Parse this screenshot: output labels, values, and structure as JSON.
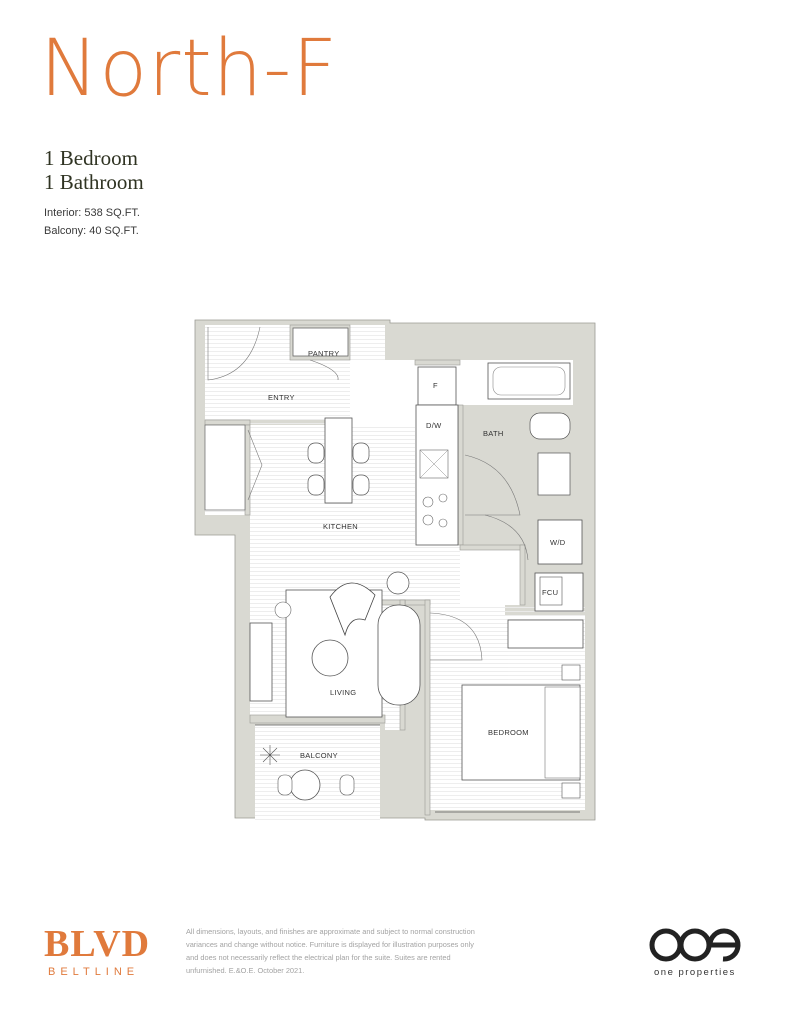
{
  "header": {
    "title": "North-F",
    "bedrooms": "1 Bedroom",
    "bathrooms": "1 Bathroom",
    "interior": "Interior: 538 SQ.FT.",
    "balcony": "Balcony: 40 SQ.FT."
  },
  "plan_labels": {
    "pantry": "PANTRY",
    "entry": "ENTRY",
    "fridge": "F",
    "dishwasher": "D/W",
    "bath": "BATH",
    "kitchen": "KITCHEN",
    "washer_dryer": "W/D",
    "fcu": "FCU",
    "living": "LIVING",
    "bedroom": "BEDROOM",
    "balcony": "BALCONY"
  },
  "footer": {
    "brand_main": "BLVD",
    "brand_sub": "BELTLINE",
    "disclaimer": "All dimensions, layouts, and finishes are approximate and subject to normal construction variances and change without notice. Furniture is displayed for illustration purposes only and does not necessarily reflect the electrical plan for the suite. Suites are rented unfurnished. E.&O.E. October 2021.",
    "partner_logo": "ooe",
    "partner_name": "one properties"
  },
  "colors": {
    "accent": "#e07a3c",
    "wall": "#d9d9d2",
    "floor_line": "#ececec"
  }
}
